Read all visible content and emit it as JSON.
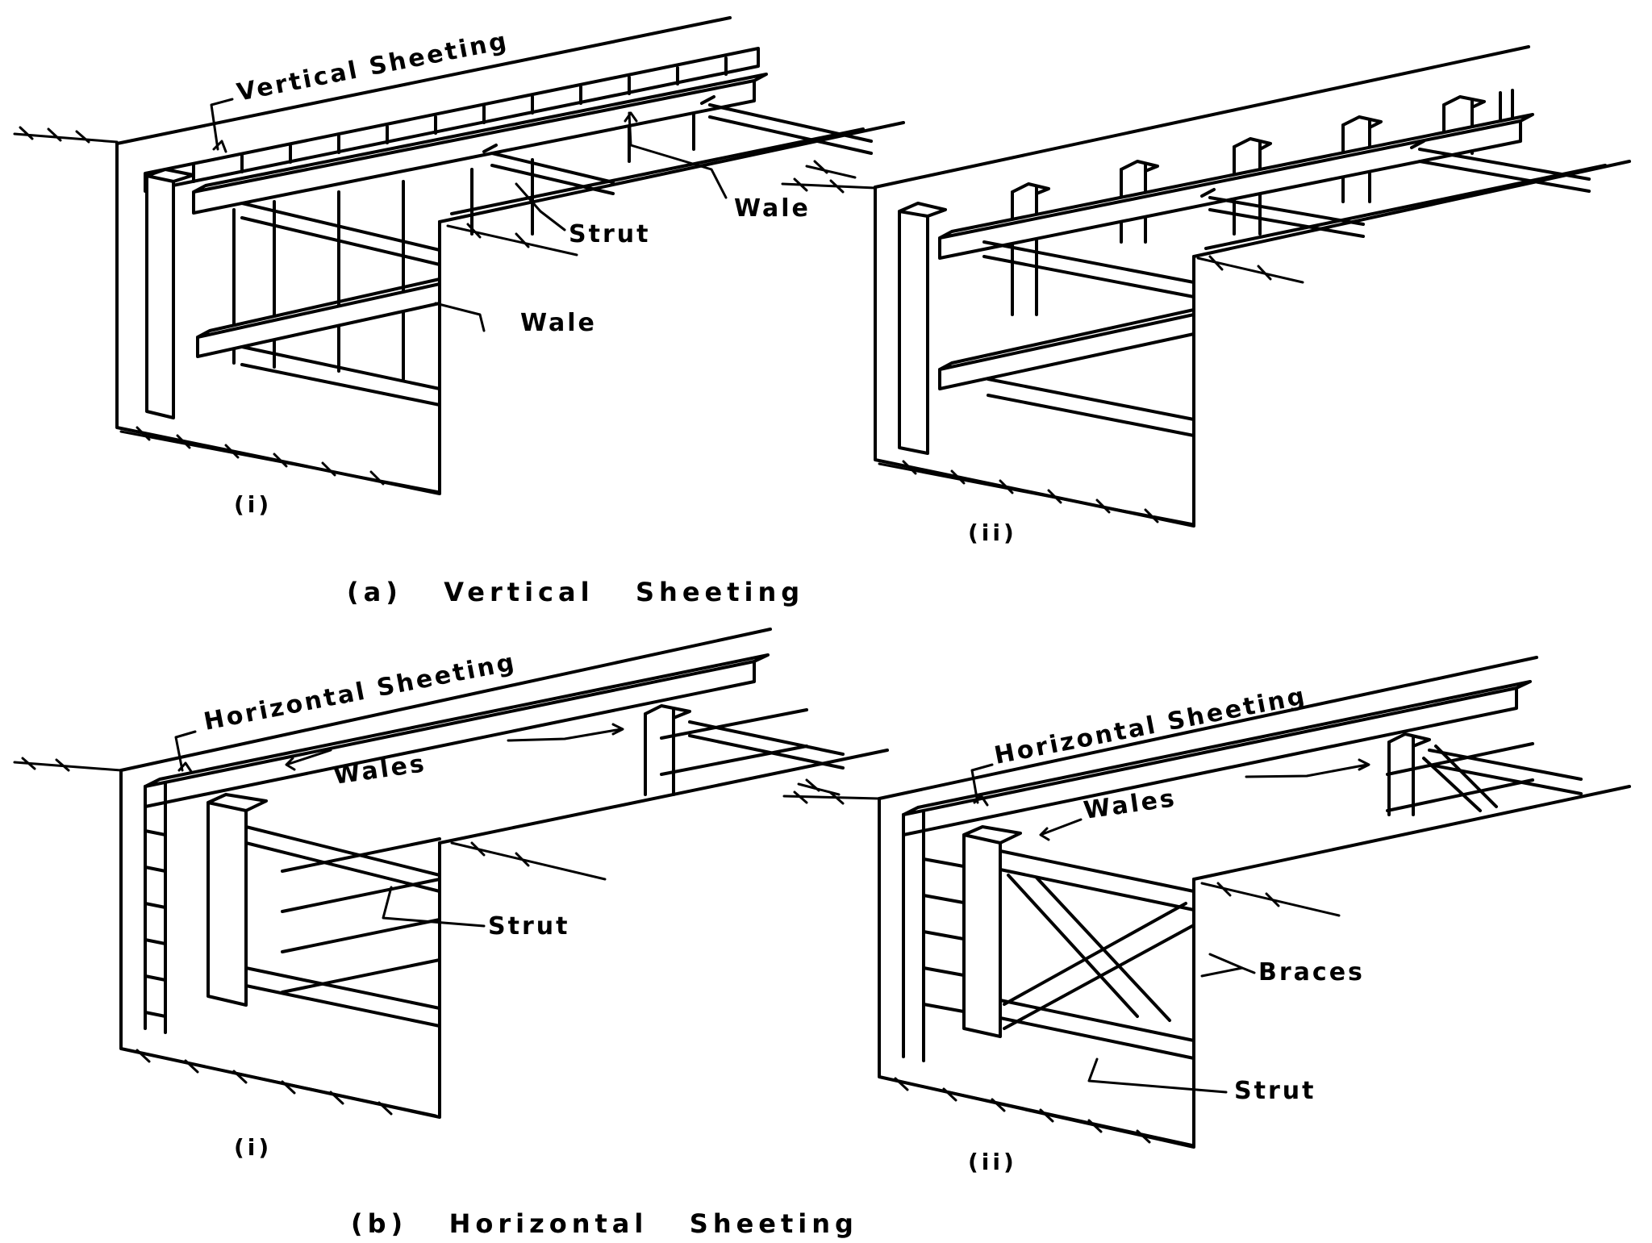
{
  "colors": {
    "ink": "#000000",
    "paper": "#ffffff"
  },
  "panel_a_i": {
    "sheeting_label": "Vertical Sheeting",
    "wale_top_label": "Wale",
    "strut_label": "Strut",
    "wale_mid_label": "Wale",
    "index": "(i)"
  },
  "panel_a_ii": {
    "index": "(ii)"
  },
  "caption_a": "(a)   Vertical   Sheeting",
  "panel_b_i": {
    "sheeting_label": "Horizontal Sheeting",
    "wales_label": "Wales",
    "strut_label": "Strut",
    "index": "(i)"
  },
  "panel_b_ii": {
    "sheeting_label": "Horizontal Sheeting",
    "wales_label": "Wales",
    "braces_label": "Braces",
    "strut_label": "Strut",
    "index": "(ii)"
  },
  "caption_b": "(b)   Horizontal   Sheeting"
}
